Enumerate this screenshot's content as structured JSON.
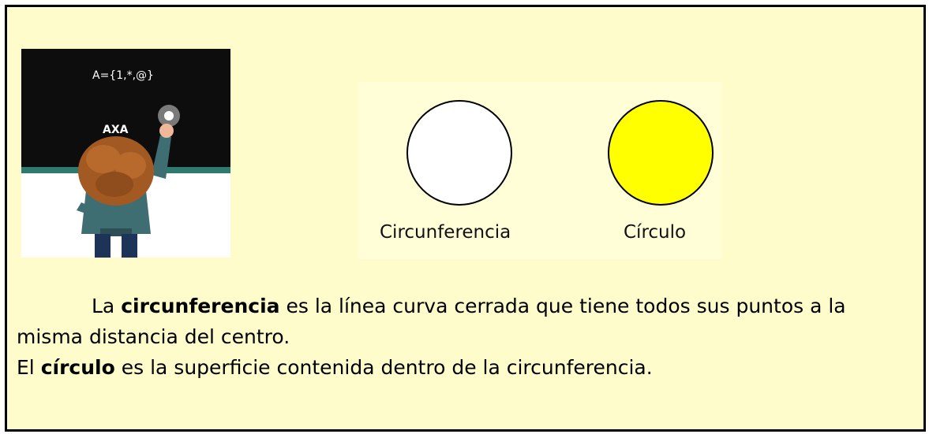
{
  "figure": {
    "teacher_board_text_1": "A={1,*,@}",
    "teacher_board_text_2": "AXA",
    "circle_outline_label": "Circunferencia",
    "circle_filled_label": "Círculo",
    "colors": {
      "background": "#fffccc",
      "circle_outline_fill": "#ffffff",
      "circle_filled_fill": "#ffff00",
      "blackboard": "#0d0d0d",
      "board_rim": "#2f7a6e"
    }
  },
  "paragraph1": {
    "pre": "La ",
    "term": "circunferencia",
    "post": " es la línea curva cerrada que tiene todos sus puntos a la misma distancia del centro."
  },
  "paragraph2": {
    "pre": "El ",
    "term": "círculo",
    "post": " es la superficie contenida dentro de la circunferencia."
  }
}
